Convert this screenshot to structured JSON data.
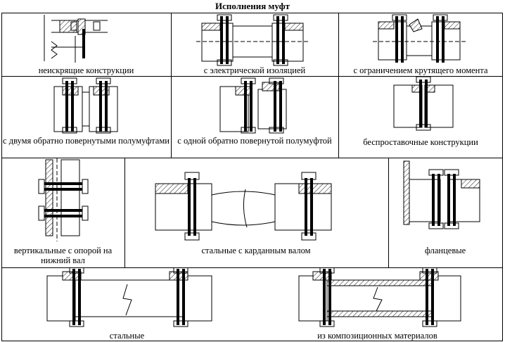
{
  "title": "Исполнения муфт",
  "rows": [
    {
      "cells": [
        {
          "caption": "неискрящие конструкции",
          "icon": "coupling-sparkproof"
        },
        {
          "caption": "с электрической изоляцией",
          "icon": "coupling-insulated"
        },
        {
          "caption": "с ограничением крутящего момента",
          "icon": "coupling-torque-limit"
        }
      ]
    },
    {
      "cells": [
        {
          "caption": "с двумя обратно повернутыми полумуфтами",
          "icon": "coupling-two-reversed"
        },
        {
          "caption": "с одной обратно повернутой полумуфтой",
          "icon": "coupling-one-reversed"
        },
        {
          "caption": "беспроставочные конструкции",
          "icon": "coupling-no-spacer"
        }
      ]
    },
    {
      "cells": [
        {
          "caption": "вертикальные с опорой на нижний вал",
          "icon": "coupling-vertical"
        },
        {
          "caption": "стальные с карданным валом",
          "icon": "coupling-cardan-shaft"
        },
        {
          "caption": "фланцевые",
          "icon": "coupling-flanged"
        }
      ]
    },
    {
      "cells": [
        {
          "caption": "стальные",
          "icon": "coupling-steel"
        },
        {
          "caption": "из композиционных материалов",
          "icon": "coupling-composite"
        }
      ]
    }
  ]
}
